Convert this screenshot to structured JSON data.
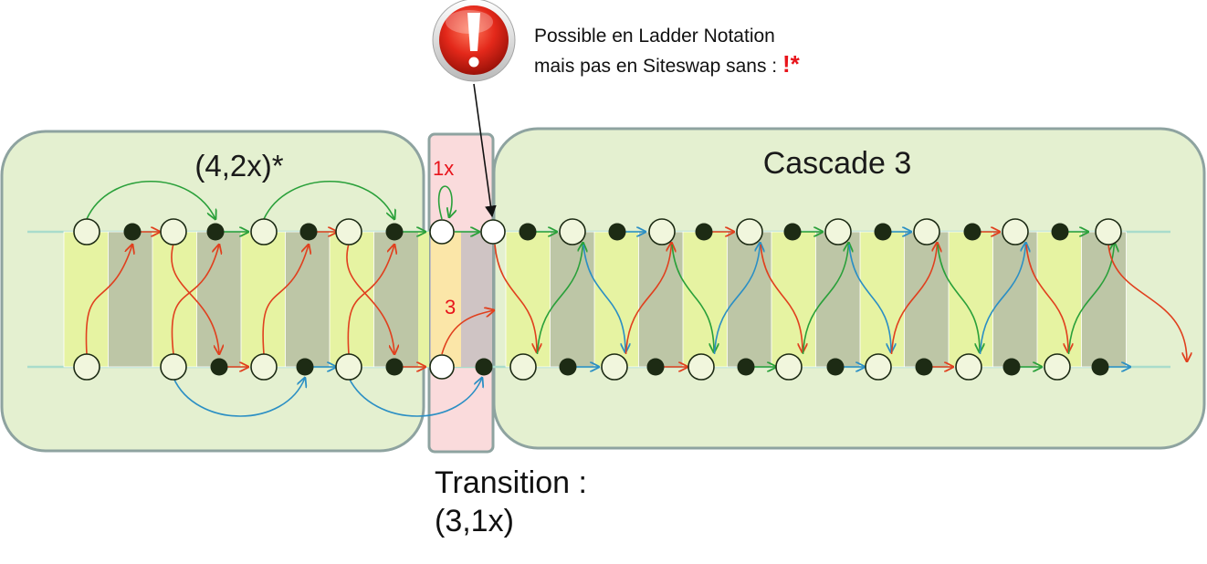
{
  "note": {
    "icon": "exclamation-warning-icon",
    "line1": "Possible en Ladder Notation",
    "line2": "mais pas en Siteswap sans : ",
    "mark": "!*"
  },
  "left_panel": {
    "label": "(4,2x)*"
  },
  "right_panel": {
    "label": "Cascade 3"
  },
  "transition_panel": {
    "throw_top": "1x",
    "throw_bottom": "3",
    "caption_line1": "Transition :",
    "caption_line2": "(3,1x)"
  },
  "colors": {
    "panel_fill": "#e4f0d0",
    "panel_border": "#8ea3a0",
    "transition_fill": "#fadbdc",
    "beat_yellow": "#e6f3a2",
    "beat_gray": "#bdc6a6",
    "red": "#e0401e",
    "green": "#2aa03a",
    "blue": "#2b8fc4",
    "node_dark": "#1d2b14",
    "warning_red": "#e8141b"
  }
}
